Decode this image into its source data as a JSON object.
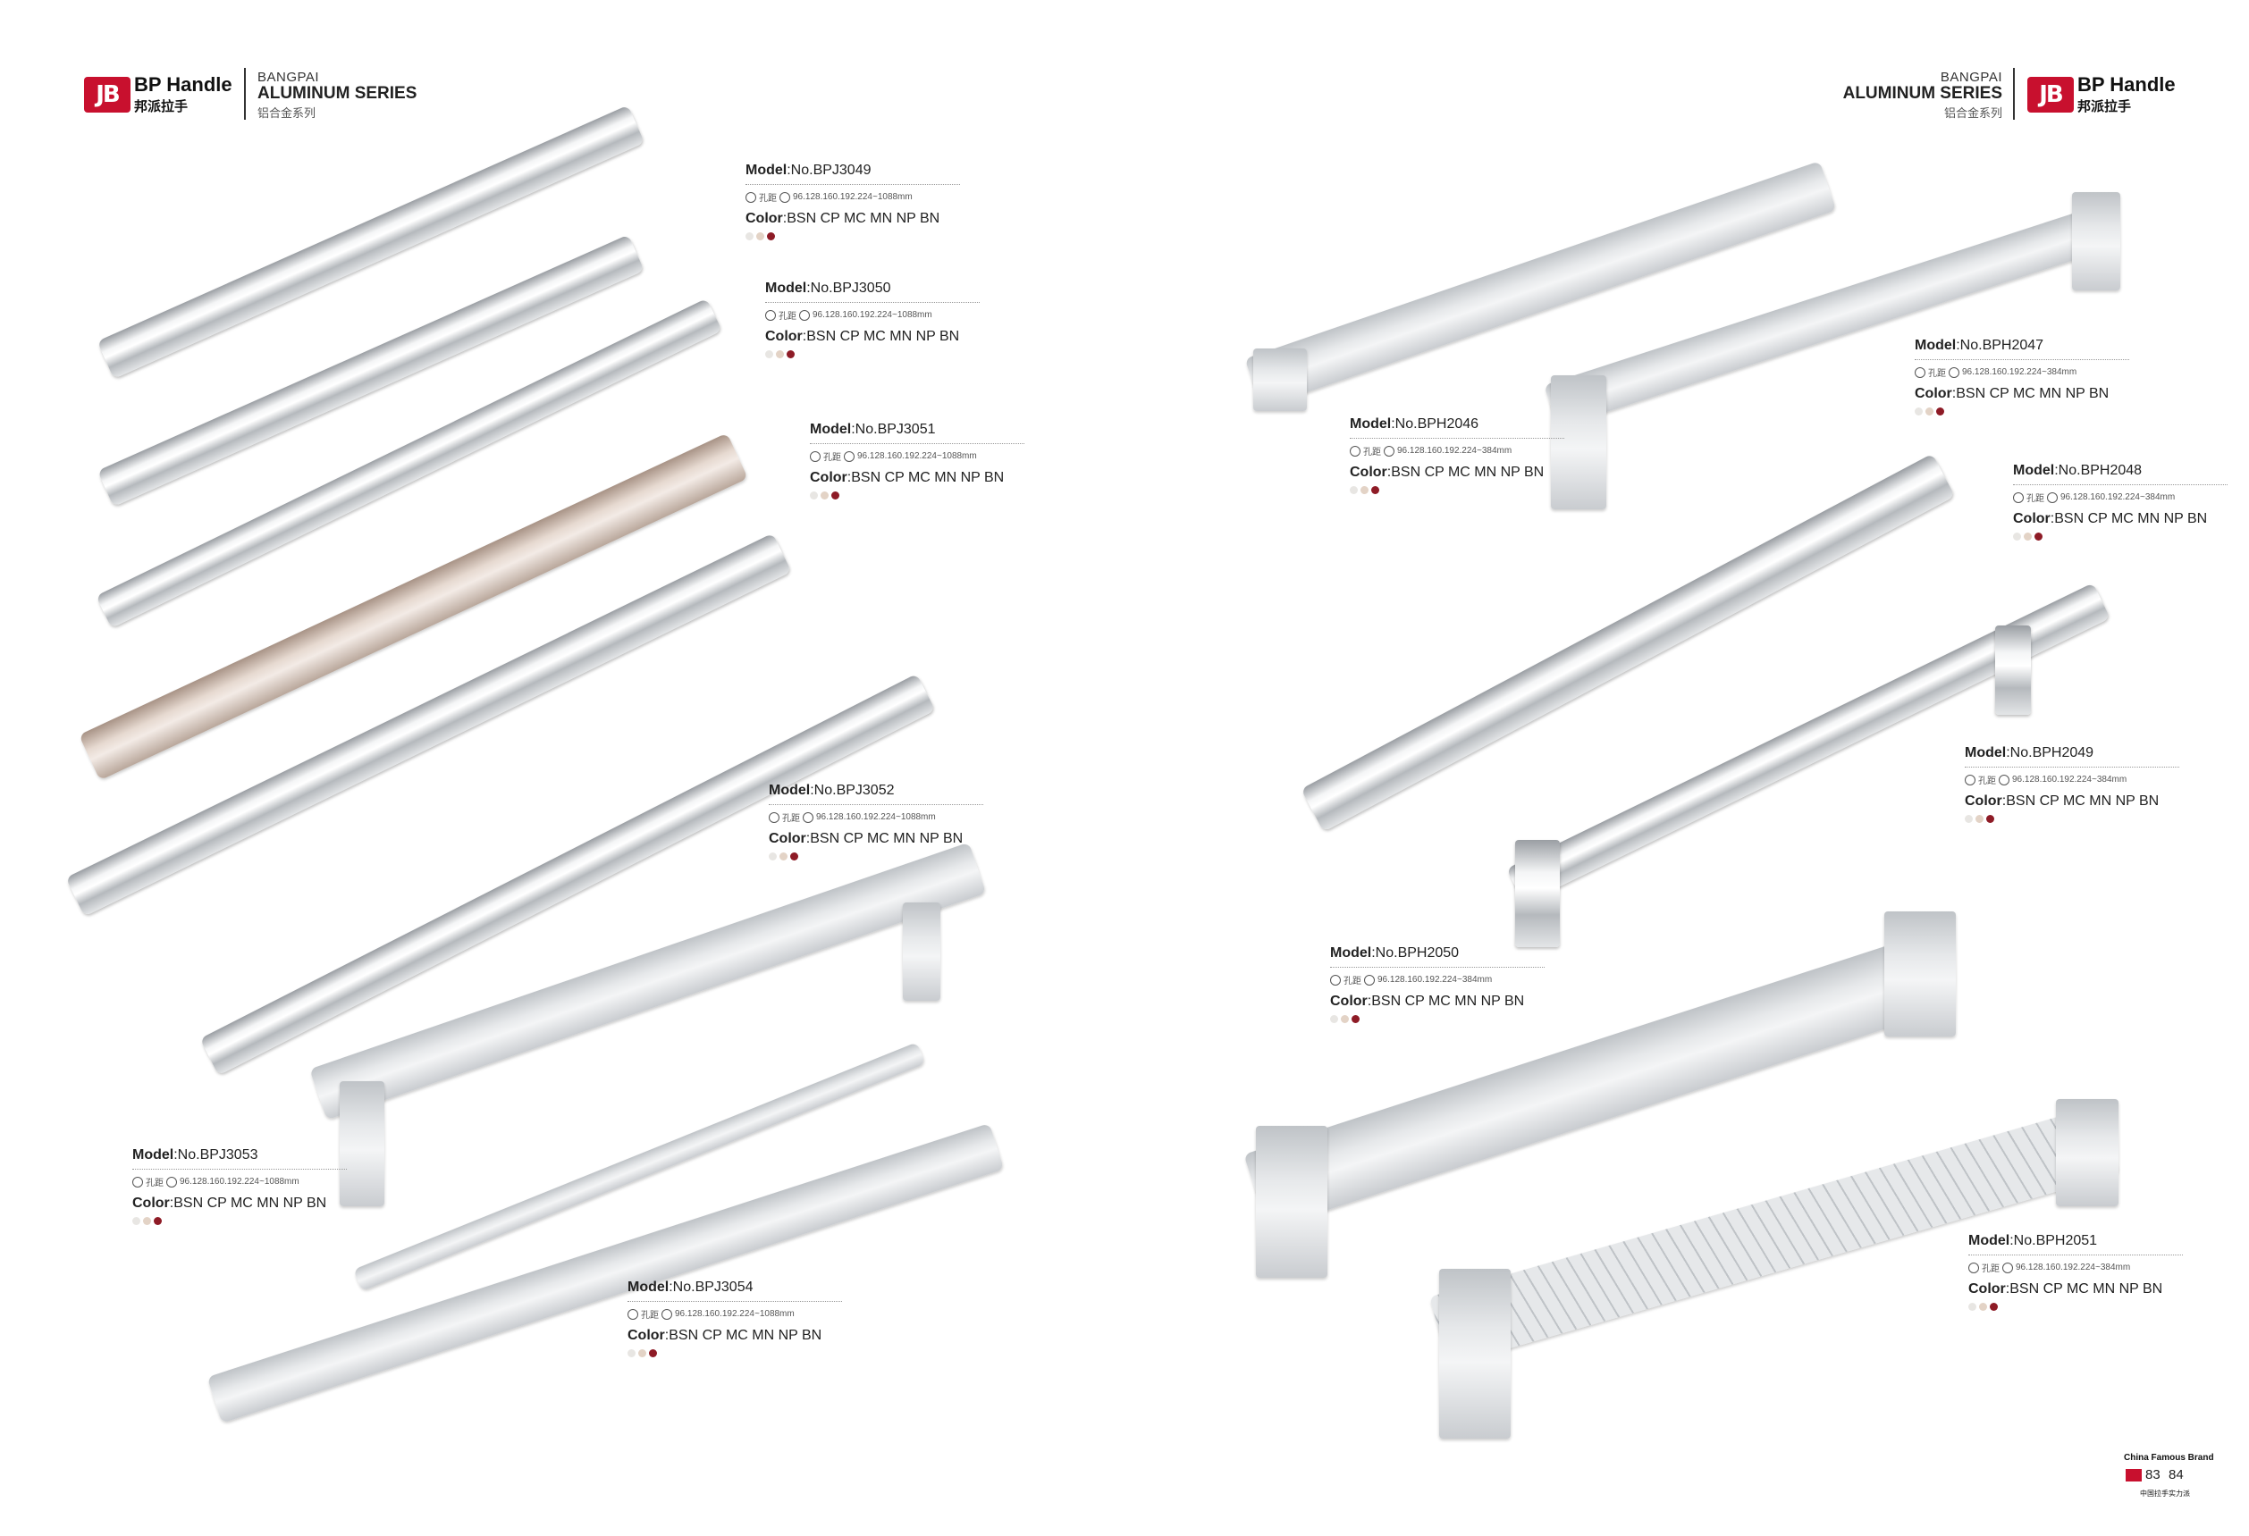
{
  "header_left": {
    "logo_mark": "JB",
    "brand_en": "BP Handle",
    "brand_cn": "邦派拉手",
    "series_small": "BANGPAI",
    "series_big": "ALUMINUM SERIES",
    "series_cn": "铝合金系列"
  },
  "header_right": {
    "logo_mark": "JB",
    "brand_en": "BP Handle",
    "brand_cn": "邦派拉手",
    "series_small": "BANGPAI",
    "series_big": "ALUMINUM SERIES",
    "series_cn": "铝合金系列"
  },
  "label_keys": {
    "model": "Model",
    "color": "Color",
    "hole_prefix": "孔距"
  },
  "swatch_colors": [
    "#e8e6e3",
    "#e3d3c6",
    "#8e1b26"
  ],
  "products": [
    {
      "model": ":No.BPJ3049",
      "sizes": "96.128.160.192.224~1088mm",
      "colors": ":BSN CP MC MN NP BN"
    },
    {
      "model": ":No.BPJ3050",
      "sizes": "96.128.160.192.224~1088mm",
      "colors": ":BSN CP MC MN NP BN"
    },
    {
      "model": ":No.BPJ3051",
      "sizes": "96.128.160.192.224~1088mm",
      "colors": ":BSN CP MC MN NP BN"
    },
    {
      "model": ":No.BPJ3052",
      "sizes": "96.128.160.192.224~1088mm",
      "colors": ":BSN CP MC MN NP BN"
    },
    {
      "model": ":No.BPJ3053",
      "sizes": "96.128.160.192.224~1088mm",
      "colors": ":BSN CP MC MN NP BN"
    },
    {
      "model": ":No.BPJ3054",
      "sizes": "96.128.160.192.224~1088mm",
      "colors": ":BSN CP MC MN NP BN"
    },
    {
      "model": ":No.BPH2046",
      "sizes": "96.128.160.192.224~384mm",
      "colors": ":BSN CP MC MN NP BN"
    },
    {
      "model": ":No.BPH2047",
      "sizes": "96.128.160.192.224~384mm",
      "colors": ":BSN CP MC MN NP BN"
    },
    {
      "model": ":No.BPH2048",
      "sizes": "96.128.160.192.224~384mm",
      "colors": ":BSN CP MC MN NP BN"
    },
    {
      "model": ":No.BPH2049",
      "sizes": "96.128.160.192.224~384mm",
      "colors": ":BSN CP MC MN NP BN"
    },
    {
      "model": ":No.BPH2050",
      "sizes": "96.128.160.192.224~384mm",
      "colors": ":BSN CP MC MN NP BN"
    },
    {
      "model": ":No.BPH2051",
      "sizes": "96.128.160.192.224~384mm",
      "colors": ":BSN CP MC MN NP BN"
    }
  ],
  "footer": {
    "brand_badge": "China Famous Brand",
    "page_left": "83",
    "page_right": "84",
    "slogan_cn": "中国拉手实力派"
  }
}
